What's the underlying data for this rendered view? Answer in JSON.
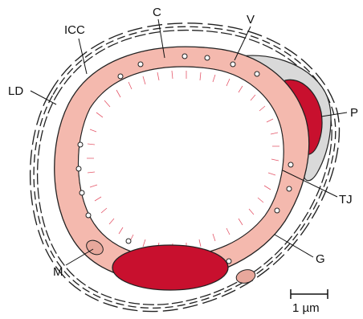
{
  "labels": {
    "C": "C",
    "V": "V",
    "ICC": "ICC",
    "LD": "LD",
    "P": "P",
    "TJ": "TJ",
    "G": "G",
    "M": "M"
  },
  "scale_bar": {
    "text": "1 µm"
  },
  "colors": {
    "endothelium": "#f4b9ae",
    "pericyte_cytoplasm": "#d9d9d9",
    "nucleus": "#c8102e",
    "glycocalyx": "#e0394f",
    "outline": "#222222"
  }
}
